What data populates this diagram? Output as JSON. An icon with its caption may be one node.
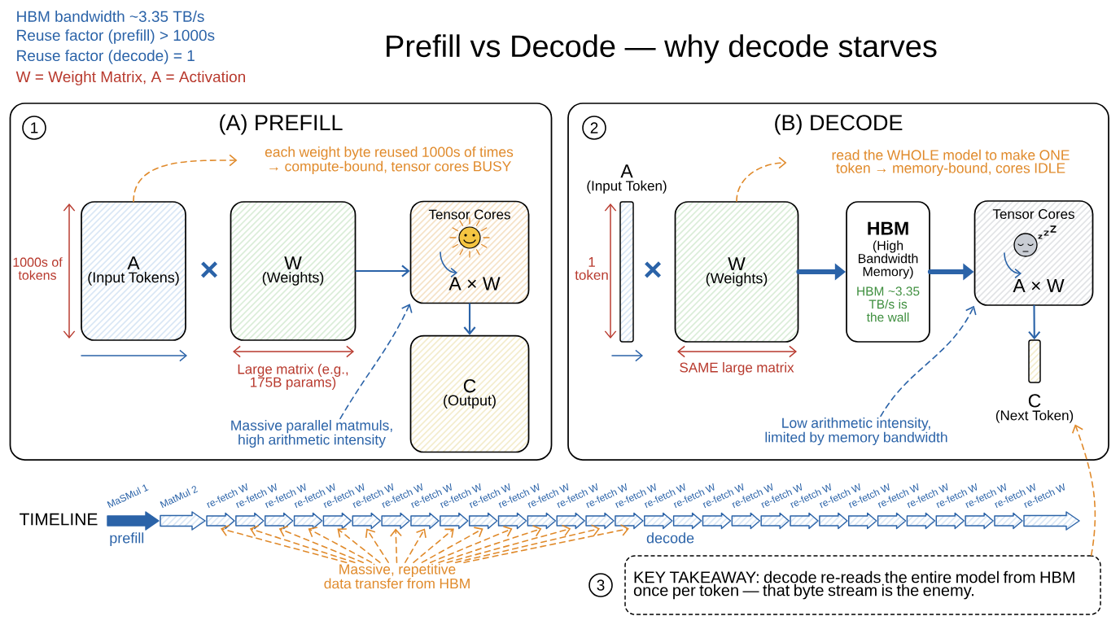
{
  "diagram": {
    "title": "Prefill vs Decode — why decode starves",
    "nodes": [
      {
        "text": [
          "(A) PREFILL"
        ]
      },
      {
        "text": [
          "1"
        ],
        "in": 0
      },
      {
        "text": [
          "A",
          "(Input Tokens)"
        ],
        "in": 0
      },
      {
        "text": [
          "W",
          "(Weights)"
        ],
        "in": 0
      },
      {
        "text": [
          "Tensor Cores",
          "A × W"
        ],
        "in": 0
      },
      {
        "text": [
          "C",
          "(Output)"
        ],
        "in": 0
      },
      {
        "text": [
          "each weight byte reused 1000s of times → compute-bound, tensor cores BUSY"
        ],
        "in": 0
      },
      {
        "text": [
          "Massive parallel matmuls, high arithmetic intensity"
        ],
        "in": 0
      },
      {
        "text": [
          "(B) DECODE"
        ]
      },
      {
        "text": [
          "2"
        ],
        "in": 8
      },
      {
        "text": [
          "A",
          "(Input Token)"
        ],
        "in": 8
      },
      {
        "text": [
          "W",
          "(Weights)"
        ],
        "in": 8
      },
      {
        "text": [
          "HBM",
          "(High Bandwidth Memory)",
          "HBM ~3.35 TB/s is the wall"
        ],
        "in": 8
      },
      {
        "text": [
          "Tensor Cores",
          "A × W"
        ],
        "in": 8
      },
      {
        "text": [
          "C",
          "(Next Token)"
        ],
        "in": 8
      },
      {
        "text": [
          "read the WHOLE model to make ONE token → memory-bound, cores IDLE"
        ],
        "in": 8
      },
      {
        "text": [
          "Low arithmetic intensity, limited by memory bandwidth"
        ],
        "in": 8
      },
      {
        "text": [],
        "shape": "arrow",
        "beside": [
          "MaSMul 1",
          "prefill"
        ]
      },
      {
        "text": [],
        "shape": "arrow",
        "beside": [
          "MatMul 2"
        ]
      },
      {
        "text": [],
        "shape": "arrow",
        "beside": [
          "re-fetch W"
        ]
      },
      {
        "text": [],
        "shape": "arrow",
        "beside": [
          "re-fetch W"
        ]
      },
      {
        "text": [],
        "shape": "arrow",
        "beside": [
          "re-fetch W"
        ]
      },
      {
        "text": [],
        "shape": "arrow",
        "beside": [
          "re-fetch W"
        ]
      },
      {
        "text": [],
        "shape": "arrow",
        "beside": [
          "re-fetch W"
        ]
      },
      {
        "text": [],
        "shape": "arrow",
        "beside": [
          "re-fetch W"
        ]
      },
      {
        "text": [],
        "shape": "arrow",
        "beside": [
          "re-fetch W"
        ]
      },
      {
        "text": [],
        "shape": "arrow",
        "beside": [
          "re-fetch W"
        ]
      },
      {
        "text": [],
        "shape": "arrow",
        "beside": [
          "re-fetch W"
        ]
      },
      {
        "text": [],
        "shape": "arrow",
        "beside": [
          "re-fetch W"
        ]
      },
      {
        "text": [],
        "shape": "arrow",
        "beside": [
          "re-fetch W"
        ]
      },
      {
        "text": [],
        "shape": "arrow",
        "beside": [
          "re-fetch W"
        ]
      },
      {
        "text": [],
        "shape": "arrow",
        "beside": [
          "re-fetch W"
        ]
      },
      {
        "text": [],
        "shape": "arrow",
        "beside": [
          "re-fetch W"
        ]
      },
      {
        "text": [],
        "shape": "arrow",
        "beside": [
          "re-fetch W"
        ]
      },
      {
        "text": [],
        "shape": "arrow",
        "beside": [
          "re-fetch W",
          "decode"
        ]
      },
      {
        "text": [],
        "shape": "arrow",
        "beside": [
          "re-fetch W"
        ]
      },
      {
        "text": [],
        "shape": "arrow",
        "beside": [
          "re-fetch W"
        ]
      },
      {
        "text": [],
        "shape": "arrow",
        "beside": [
          "re-fetch W"
        ]
      },
      {
        "text": [],
        "shape": "arrow",
        "beside": [
          "re-fetch W"
        ]
      },
      {
        "text": [],
        "shape": "arrow",
        "beside": [
          "re-fetch W"
        ]
      },
      {
        "text": [],
        "shape": "arrow",
        "beside": [
          "re-fetch W"
        ]
      },
      {
        "text": [],
        "shape": "arrow",
        "beside": [
          "re-fetch W"
        ]
      },
      {
        "text": [],
        "shape": "arrow",
        "beside": [
          "re-fetch W"
        ]
      },
      {
        "text": [],
        "shape": "arrow",
        "beside": [
          "re-fetch W"
        ]
      },
      {
        "text": [],
        "shape": "arrow",
        "beside": [
          "re-fetch W"
        ]
      },
      {
        "text": [],
        "shape": "arrow",
        "beside": [
          "re-fetch W"
        ]
      },
      {
        "text": [],
        "shape": "arrow",
        "beside": [
          "re-fetch W"
        ]
      },
      {
        "text": [],
        "shape": "arrow",
        "beside": [
          "re-fetch W"
        ]
      },
      {
        "text": [
          "Massive, repetitive data transfer from HBM"
        ]
      },
      {
        "text": [
          "KEY TAKEAWAY: decode re-reads the entire model from HBM once per token — that byte stream is the enemy."
        ]
      },
      {
        "text": [
          "3"
        ]
      }
    ],
    "edges": [
      {
        "from": 2,
        "to": 6,
        "arrow": "to",
        "style": "dashed"
      },
      {
        "from": 3,
        "to": 4,
        "arrow": "to",
        "color": "#2b63a8"
      },
      {
        "from": 4,
        "to": 5,
        "arrow": "to",
        "color": "#2b63a8"
      },
      {
        "from": 7,
        "to": 4,
        "arrow": "to",
        "style": "dashed",
        "color": "#2b63a8"
      },
      {
        "from": 11,
        "to": 15,
        "arrow": "to",
        "style": "dashed"
      },
      {
        "from": 11,
        "to": 12,
        "arrow": "to",
        "style": "thick",
        "color": "#2b63a8"
      },
      {
        "from": 12,
        "to": 13,
        "arrow": "to",
        "style": "thick",
        "color": "#2b63a8"
      },
      {
        "from": 13,
        "to": 14,
        "arrow": "to",
        "color": "#2b63a8"
      },
      {
        "from": 16,
        "to": 13,
        "arrow": "to",
        "style": "dashed",
        "color": "#2b63a8"
      },
      {
        "from": 49,
        "to": 14,
        "arrow": "to",
        "style": "dashed"
      },
      {
        "from": 48,
        "to": 19,
        "arrow": "to",
        "style": "dashed"
      },
      {
        "from": 48,
        "to": 20,
        "arrow": "to",
        "style": "dashed"
      },
      {
        "from": 48,
        "to": 21,
        "arrow": "to",
        "style": "dashed"
      },
      {
        "from": 48,
        "to": 22,
        "arrow": "to",
        "style": "dashed"
      },
      {
        "from": 48,
        "to": 23,
        "arrow": "to",
        "style": "dashed"
      },
      {
        "from": 48,
        "to": 24,
        "arrow": "to",
        "style": "dashed"
      },
      {
        "from": 48,
        "to": 25,
        "arrow": "to",
        "style": "dashed"
      },
      {
        "from": 48,
        "to": 26,
        "arrow": "to",
        "style": "dashed"
      },
      {
        "from": 48,
        "to": 27,
        "arrow": "to",
        "style": "dashed"
      },
      {
        "from": 48,
        "to": 28,
        "arrow": "to",
        "style": "dashed"
      },
      {
        "from": 48,
        "to": 29,
        "arrow": "to",
        "style": "dashed"
      },
      {
        "from": 48,
        "to": 30,
        "arrow": "to",
        "style": "dashed"
      },
      {
        "from": 48,
        "to": 31,
        "arrow": "to",
        "style": "dashed"
      },
      {
        "from": 48,
        "to": 32,
        "arrow": "to",
        "style": "dashed"
      },
      {
        "from": 48,
        "to": 33,
        "arrow": "to",
        "style": "dashed"
      }
    ],
    "labels": [
      "HBM bandwidth ~3.35 TB/s",
      "Reuse factor (prefill) > 1000s",
      "Reuse factor (decode) = 1",
      "W = Weight Matrix, A = Activation",
      "1000s of tokens",
      "×",
      "Large matrix (e.g., 175B params)",
      "1 token",
      "×",
      "SAME large matrix",
      "TIMELINE"
    ]
  }
}
